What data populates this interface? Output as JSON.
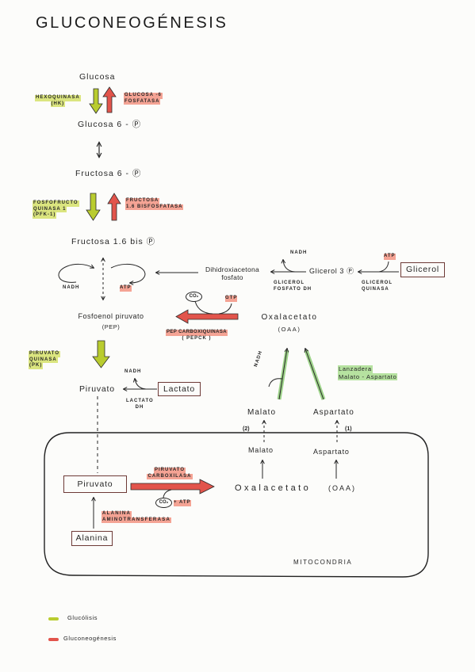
{
  "title": "GLUCONEOGÉNESIS",
  "colors": {
    "glucolisis": "#b9cc2f",
    "gluconeogenesis": "#e2544b",
    "lanzadera": "#86c96d",
    "ink": "#262626"
  },
  "pathway": {
    "glucosa": "Glucosa",
    "glucosa_6p": "Glucosa 6 - Ⓟ",
    "fructosa_6p": "Fructosa 6 - Ⓟ",
    "fructosa_16bp": "Fructosa 1.6 bis Ⓟ",
    "dhap": [
      "Dihidroxiacetona",
      "fosfato"
    ],
    "glicerol_3p": "Glicerol 3 Ⓟ",
    "glicerol": "Glicerol",
    "pep": [
      "Fosfoenol piruvato",
      "(PEP)"
    ],
    "oaa": [
      "Oxalacetato",
      "(OAA)"
    ],
    "piruvato": "Piruvato",
    "lactato": "Lactato",
    "malato": "Malato",
    "aspartato": "Aspartato"
  },
  "mitocondria": {
    "label": "MITOCONDRIA",
    "malato": "Malato",
    "aspartato": "Aspartato",
    "oaa": [
      "Oxalacetato",
      "(OAA)"
    ],
    "piruvato": "Piruvato",
    "alanina": "Alanina"
  },
  "enzymes": {
    "hk": [
      "HEXOQUINASA",
      "(HK)"
    ],
    "g6pasa": [
      "GLUCOSA -6",
      "FOSFATASA"
    ],
    "pfk1": [
      "FOSFOFRUCTO",
      "QUINASA 1",
      "(PFK-1)"
    ],
    "fbpasa": [
      "FRUCTOSA",
      "1.6 BISFOSFATASA"
    ],
    "gpdh": [
      "GLICEROL",
      "FOSFATO DH"
    ],
    "gk": [
      "GLICEROL",
      "QUINASA"
    ],
    "pepck": [
      "PEP CARBOXIQUINASA",
      "( PEPCK )"
    ],
    "pk": [
      "PIRUVATO",
      "QUINASA",
      "(PK)"
    ],
    "ldh": [
      "LACTATO",
      "DH"
    ],
    "pc": [
      "PIRUVATO",
      "CARBOXILASA"
    ],
    "alt": [
      "ALANINA",
      "AMINOTRANSFERASA"
    ]
  },
  "cofactors": {
    "nadh_triosa": "NADH",
    "atp_triosa": "ATP",
    "nadh_glicerol": "NADH",
    "atp_glicerol": "ATP",
    "co2_pepck": "CO₂",
    "gtp_pepck": "GTP",
    "nadh_lactato": "NADH",
    "nadh_malato": "NADH",
    "co2_pc": "CO₂",
    "atp_pc": "+ ATP"
  },
  "shuttle": [
    "Lanzadera",
    "Malato - Aspartato"
  ],
  "transport_steps": {
    "malato": "(2)",
    "aspartato": "(1)"
  },
  "legend": [
    {
      "label": "Glucólisis",
      "color": "#b9cc2f"
    },
    {
      "label": "Gluconeogénesis",
      "color": "#e2544b"
    }
  ]
}
